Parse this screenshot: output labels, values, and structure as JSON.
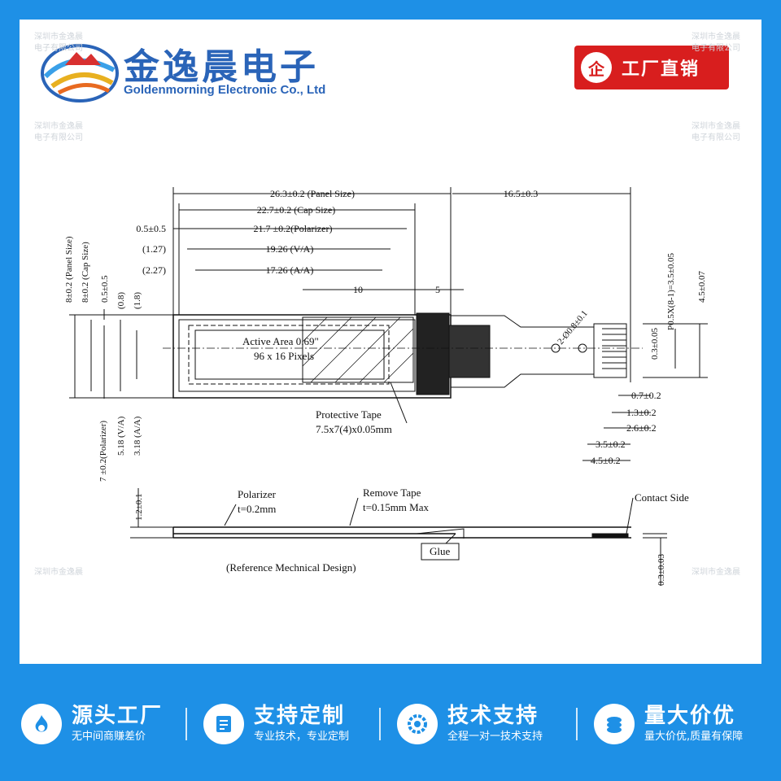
{
  "header": {
    "company_cn": "金逸晨电子",
    "company_en": "Goldenmorning Electronic Co., Ltd",
    "badge_icon_text": "企",
    "badge_text": "工厂直销"
  },
  "drawing": {
    "dims": {
      "panel_size": "26.3±0.2 (Panel Size)",
      "cap_size": "22.7±0.2 (Cap Size)",
      "polarizer": "21.7 ±0.2(Polarizer)",
      "va": "19.26 (V/A)",
      "aa": "17.26 (A/A)",
      "fpc_len": "16.5±0.3",
      "offset_05": "0.5±0.5",
      "offset_127": "(1.27)",
      "offset_227": "(2.27)",
      "ten": "10",
      "five": "5",
      "h_panel": "8±0.2 (Panel Size)",
      "h_cap": "8±0.2 (Cap Size)",
      "h_05": "0.5±0.5",
      "h_08": "(0.8)",
      "h_18": "(1.8)",
      "h_pol": "7 ±0.2(Polarizer)",
      "h_va": "5.18 (V/A)",
      "h_aa": "3.18 (A/A)",
      "holes": "2-Ø0.8±0.1",
      "pitch": "P0.5X(8-1)=3.5±0.05",
      "pin_w": "0.3±0.05",
      "fpc_w": "4.5±0.07",
      "d07": "0.7±0.2",
      "d13": "1.3±0.2",
      "d26": "2.6±0.2",
      "d35": "3.5±0.2",
      "d45": "4.5±0.2",
      "thick": "1.2±0.1",
      "fpc_t": "0.3±0.03"
    },
    "active_area_line1": "Active Area 0.69\"",
    "active_area_line2": "96 x 16 Pixels",
    "protective_tape_line1": "Protective Tape",
    "protective_tape_line2": "7.5x7(4)x0.05mm",
    "polarizer_label_line1": "Polarizer",
    "polarizer_label_line2": "t=0.2mm",
    "remove_tape_line1": "Remove Tape",
    "remove_tape_line2": "t=0.15mm Max",
    "contact_side": "Contact Side",
    "glue": "Glue",
    "reference": "(Reference Mechnical Design)",
    "watermark_line1": "深圳市金逸晨",
    "watermark_line2": "电子有限公司"
  },
  "footer": {
    "features": [
      {
        "title": "源头工厂",
        "subtitle": "无中间商赚差价",
        "icon": "factory-icon"
      },
      {
        "title": "支持定制",
        "subtitle": "专业技术，专业定制",
        "icon": "customize-icon"
      },
      {
        "title": "技术支持",
        "subtitle": "全程一对一技术支持",
        "icon": "gear-icon"
      },
      {
        "title": "量大价优",
        "subtitle": "量大价优,质量有保障",
        "icon": "coin-icon"
      }
    ]
  },
  "colors": {
    "background": "#1e90e6",
    "brand_blue": "#2a64b8",
    "badge_red": "#d81e1e"
  }
}
